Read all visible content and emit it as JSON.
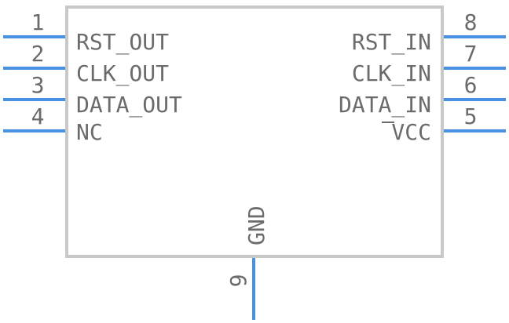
{
  "component": {
    "body_color": "#c8c8c8",
    "pin_color": "#4a90e2",
    "text_color": "#6b6b6b",
    "left_pins": [
      {
        "number": "1",
        "label": "RST_OUT"
      },
      {
        "number": "2",
        "label": "CLK_OUT"
      },
      {
        "number": "3",
        "label": "DATA_OUT"
      },
      {
        "number": "4",
        "label": "NC"
      }
    ],
    "right_pins": [
      {
        "number": "8",
        "label": "RST_IN"
      },
      {
        "number": "7",
        "label": "CLK_IN"
      },
      {
        "number": "6",
        "label": "DATA_IN"
      },
      {
        "number": "5",
        "label": "VCC"
      }
    ],
    "bottom_pin": {
      "number": "9",
      "label": "GND"
    }
  }
}
